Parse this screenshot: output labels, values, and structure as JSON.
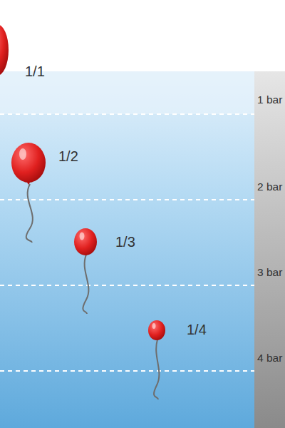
{
  "diagram": {
    "labels": [
      "1/1",
      "1/2",
      "1/3",
      "1/4",
      "1 bar",
      "2 bar",
      "3 bar",
      "4 bar"
    ]
  }
}
